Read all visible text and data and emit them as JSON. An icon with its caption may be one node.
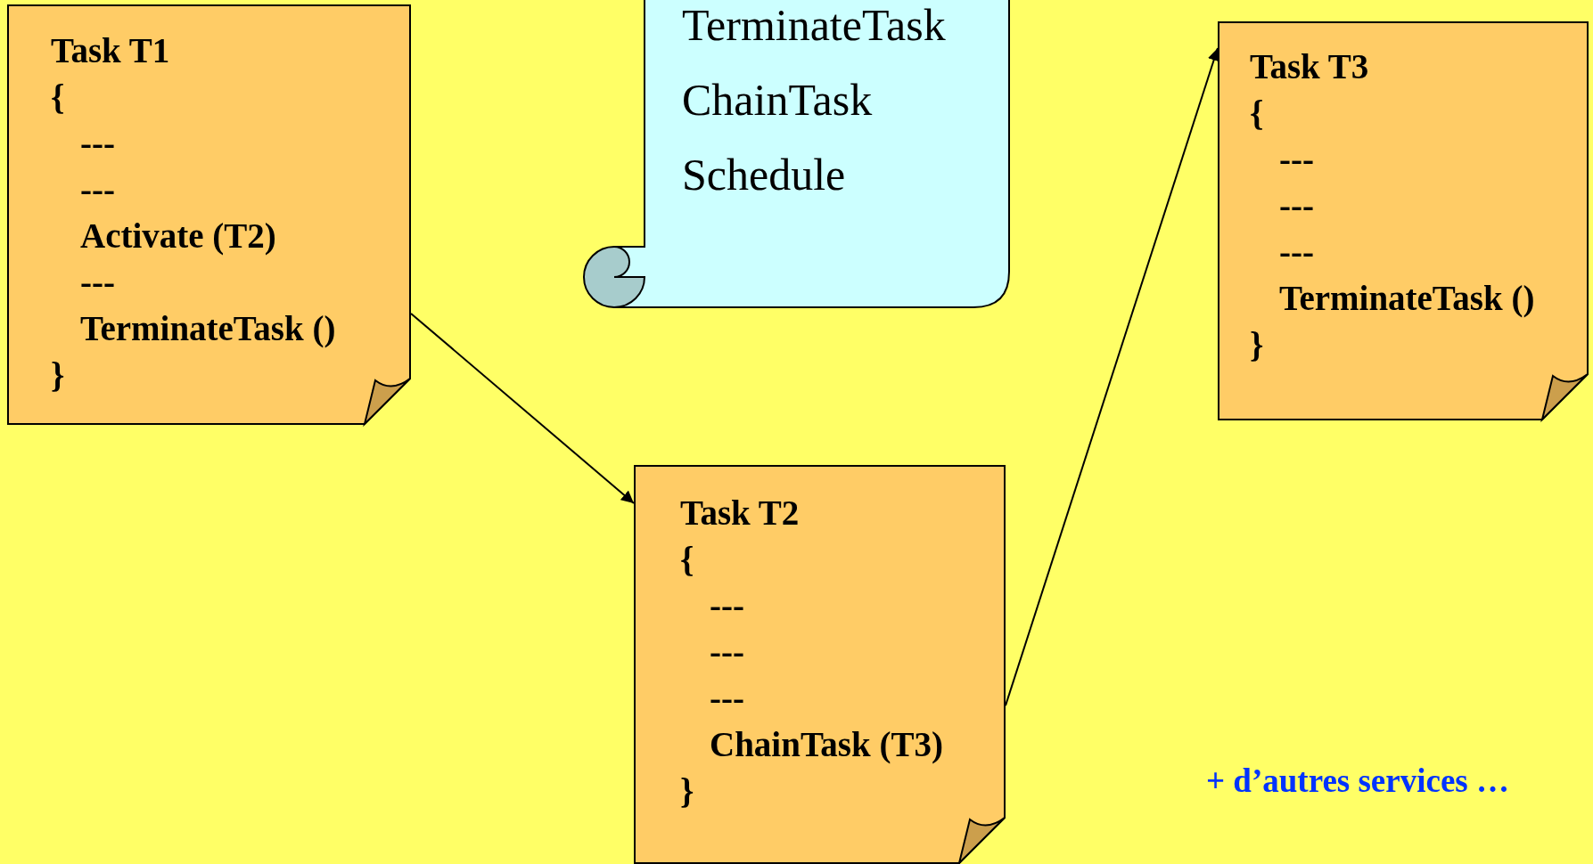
{
  "diagram": {
    "nodes": [
      {
        "text": [
          "Task T1",
          "{",
          "---",
          "---",
          "Activate (T2)",
          "---",
          "TerminateTask ()",
          "}"
        ]
      },
      {
        "text": [
          "TerminateTask",
          "ChainTask",
          "Schedule"
        ]
      },
      {
        "text": [
          "Task T3",
          "{",
          "---",
          "---",
          "---",
          "TerminateTask ()",
          "}"
        ]
      },
      {
        "text": [
          "Task T2",
          "{",
          "---",
          "---",
          "---",
          "ChainTask (T3)",
          "}"
        ]
      }
    ],
    "edges": [
      {
        "from": 0,
        "to": 3,
        "arrow": "to"
      },
      {
        "from": 3,
        "to": 2,
        "arrow": "to"
      }
    ],
    "labels": [
      "+ d’autres services …"
    ]
  }
}
